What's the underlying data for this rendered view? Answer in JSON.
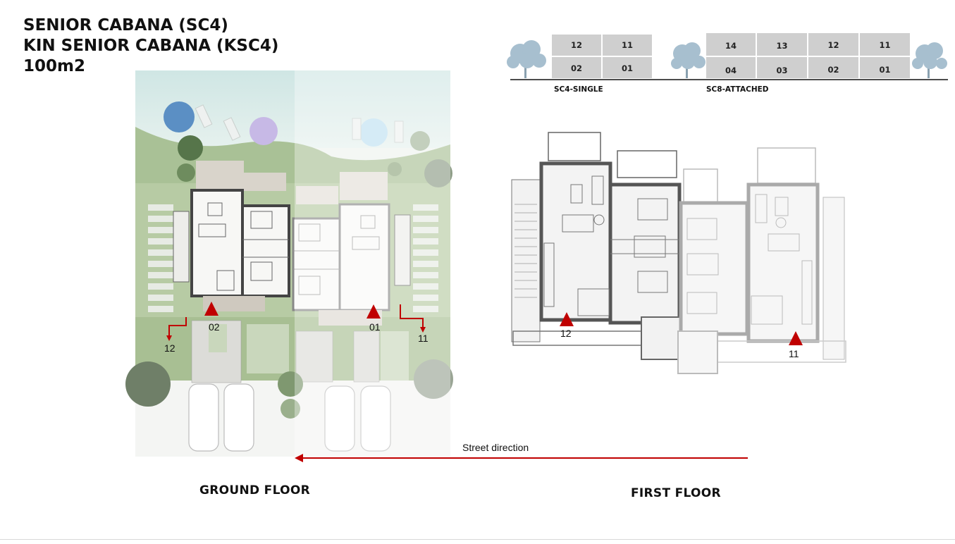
{
  "title": {
    "line1": "SENIOR CABANA (SC4)",
    "line2": "KIN SENIOR CABANA (KSC4)",
    "area": "100m2"
  },
  "key_plan": {
    "sc4": {
      "label": "SC4-SINGLE",
      "top": [
        "12",
        "11"
      ],
      "bottom": [
        "02",
        "01"
      ]
    },
    "sc8": {
      "label": "SC8-ATTACHED",
      "top": [
        "14",
        "13",
        "12",
        "11"
      ],
      "bottom": [
        "04",
        "03",
        "02",
        "01"
      ]
    }
  },
  "ground_floor": {
    "caption": "GROUND FLOOR",
    "unit_left": "02",
    "unit_right": "01",
    "stair_left": "12",
    "stair_right": "11"
  },
  "first_floor": {
    "caption": "FIRST FLOOR",
    "unit_left": "12",
    "unit_right": "11"
  },
  "street": {
    "label": "Street direction"
  },
  "colors": {
    "accent_red": "#c00000",
    "cell_gray": "#cfcfcf",
    "lawn": "#9fb88a",
    "sea": "#cfe6e4",
    "wall": "#555555"
  }
}
